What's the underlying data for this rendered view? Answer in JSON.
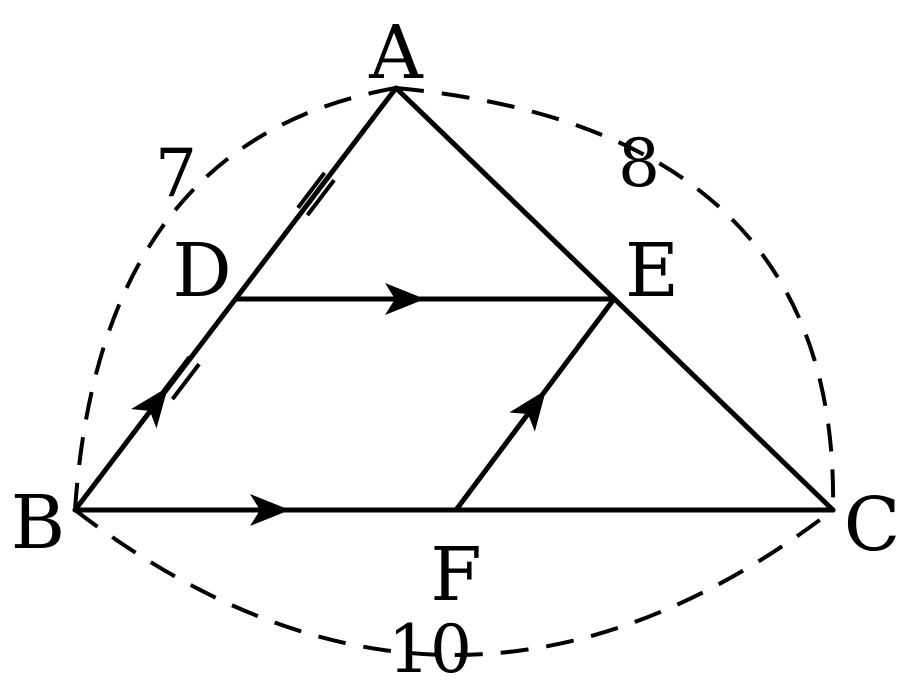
{
  "labels": {
    "A": "A",
    "B": "B",
    "C": "C",
    "D": "D",
    "E": "E",
    "F": "F"
  },
  "measures": {
    "AB": "7",
    "AC": "8",
    "BC": "10"
  },
  "colors": {
    "stroke": "#000000",
    "background": "#ffffff"
  }
}
